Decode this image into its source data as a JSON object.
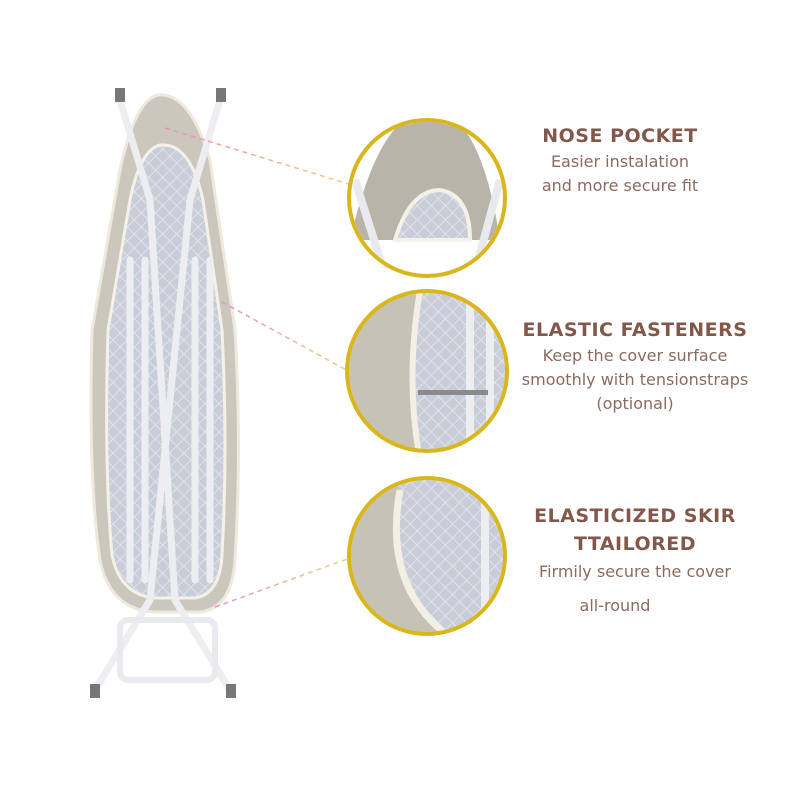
{
  "features": [
    {
      "title": "NOSE POCKET",
      "lines": [
        "Easier instalation",
        "and more secure fit"
      ]
    },
    {
      "title": "ELASTIC FASTENERS",
      "lines": [
        "Keep the cover surface",
        "smoothly with tensionstraps",
        "(optional)"
      ]
    },
    {
      "title_lines": [
        "ELASTICIZED SKIR",
        "TTAILORED"
      ],
      "lines": [
        "Firmily secure the cover",
        "all-round"
      ]
    }
  ],
  "colors": {
    "ring": "#d9b61c",
    "heading": "#83574a",
    "body": "#8b6a60",
    "pad": "#c9ced8",
    "cover": "#cfccc2"
  }
}
